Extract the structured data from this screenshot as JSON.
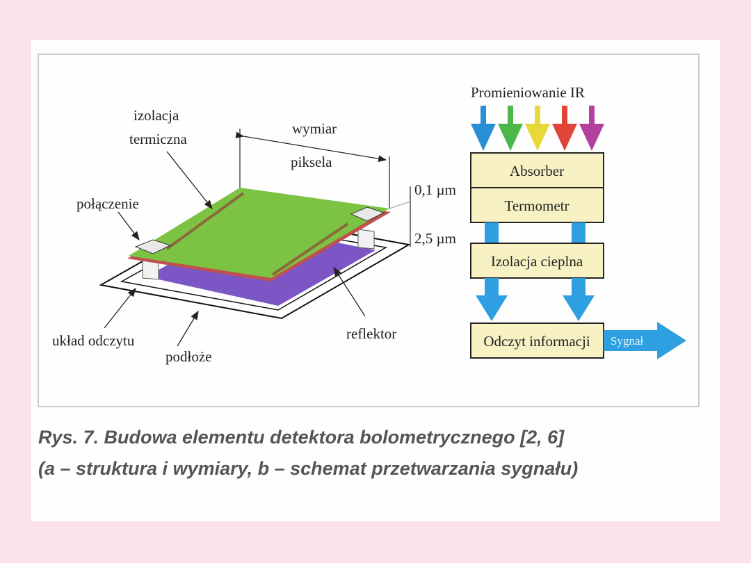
{
  "figure_a": {
    "labels": {
      "izolacja_1": "izolacja",
      "izolacja_2": "termiczna",
      "wymiar_1": "wymiar",
      "wymiar_2": "piksela",
      "polaczenie": "połączenie",
      "thickness_top": "0,1 µm",
      "thickness_gap": "2,5 µm",
      "uklad": "układ odczytu",
      "podloze": "podłoże",
      "reflektor": "reflektor"
    },
    "colors": {
      "absorber": "#7cc243",
      "reflector": "#7d56c6",
      "thermometer": "#c0504d"
    }
  },
  "figure_b": {
    "title": "Promieniowanie IR",
    "ir_arrow_colors": [
      "#2a8fd6",
      "#4cb84a",
      "#e8d83a",
      "#e2443a",
      "#b2409e"
    ],
    "blocks": [
      "Absorber",
      "Termometr",
      "Izolacja cieplna",
      "Odczyt informacji"
    ],
    "signal": "Sygnał",
    "flow_color": "#2e9fe0",
    "block_color": "#f7f1c4"
  },
  "caption": {
    "line1": "Rys. 7. Budowa elementu detektora bolometrycznego [2, 6]",
    "line2": "(a – struktura i wymiary, b – schemat przetwarzania sygnału)"
  }
}
